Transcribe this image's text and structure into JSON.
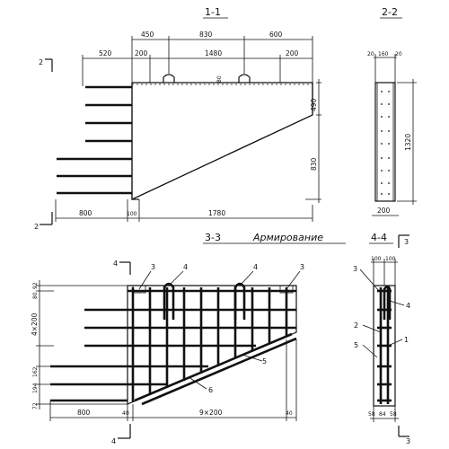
{
  "titles": {
    "s11": "1-1",
    "s22": "2-2",
    "s33": "3-3",
    "reinf": "Армирование",
    "s44": "4-4"
  },
  "section_marks": {
    "cut2_top": "2",
    "cut2_bot": "2",
    "cut4_top": "4",
    "cut4_bot": "4",
    "cut3_top": "3",
    "cut3_bot": "3"
  },
  "view11": {
    "top_dims": [
      "450",
      "830",
      "600"
    ],
    "second_dims": [
      "520",
      "200",
      "1480",
      "200"
    ],
    "loop_dim": "80",
    "right_dims": [
      "490",
      "830"
    ],
    "bottom_dims": [
      "800",
      "100",
      "1780"
    ]
  },
  "view22": {
    "top_dims": [
      "20",
      "160",
      "20"
    ],
    "height": "1320",
    "width": "200"
  },
  "view33": {
    "left_dims": [
      "92",
      "80",
      "4×200",
      "162",
      "194",
      "72"
    ],
    "bottom_dims": [
      "800",
      "40",
      "9×200",
      "40"
    ],
    "callouts": [
      "3",
      "4",
      "4",
      "3",
      "5",
      "6"
    ]
  },
  "view44": {
    "top_dims": [
      "100",
      "100"
    ],
    "callouts": [
      "3",
      "4",
      "2",
      "1",
      "5"
    ],
    "bottom_dims": [
      "58",
      "84",
      "58"
    ]
  }
}
